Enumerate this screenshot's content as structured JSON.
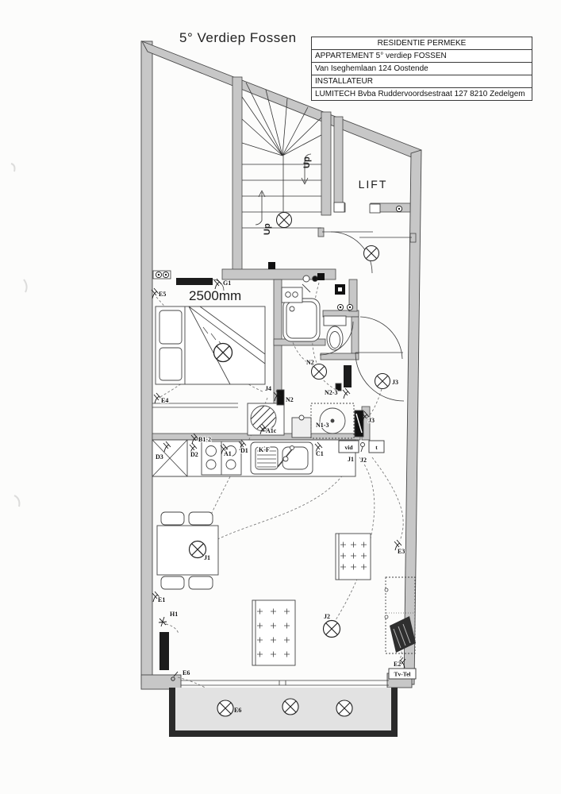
{
  "page": {
    "title": "5° Verdiep Fossen"
  },
  "title_block": {
    "project": "RESIDENTIE PERMEKE",
    "apartment": "APPARTEMENT 5° verdiep FOSSEN",
    "address": "Van Iseghemlaan 124 Oostende",
    "installer_heading": "INSTALLATEUR",
    "installer": "LUMITECH Bvba Ruddervoordsestraat 127 8210 Zedelgem"
  },
  "plan": {
    "lift": "LIFT",
    "up_upper": "Up",
    "up_lower": "Up",
    "dimension_bedroom": "2500mm",
    "labels": {
      "e1": "E1",
      "e2": "E2",
      "e3": "E3",
      "e4": "E4",
      "e5": "E5",
      "e6_switch": "E6",
      "e6_terrace": "E6",
      "g1": "G1",
      "h1": "H1",
      "j1_light": "J1",
      "j1_panel": "J1",
      "j2_light": "J2",
      "j2_panel": "J2",
      "j3_light": "J3",
      "j3_switch": "J3",
      "j4": "J4",
      "n1_3": "N1-3",
      "n2_light": "N2",
      "n2_switch": "N2",
      "n2_3": "N2-3",
      "a1": "A1",
      "a1c": "A1c",
      "b1_2": "B1-2",
      "c1": "C1",
      "d1": "D1",
      "d2": "D2",
      "d3": "D3",
      "kf": "K-F",
      "vid": "vid",
      "t": "t",
      "tv_tel": "Tv-Tel"
    }
  }
}
